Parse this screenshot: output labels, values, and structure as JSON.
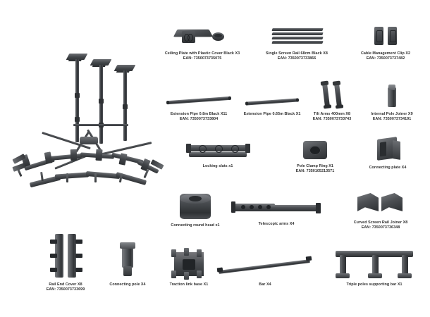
{
  "document": {
    "type": "product-parts-exploded-diagram",
    "background_color": "#ffffff",
    "part_color": "#4a4d51",
    "text_color": "#2f2f2f"
  },
  "assembly": {
    "name": "Ceiling mounted multi-screen circular display rig",
    "description": "Three ceiling poles supporting a hexagonal / circular screen rail ring with eight tilt screen mounts"
  },
  "parts": [
    {
      "id": "ceiling-plate",
      "name": "Ceiling Plate with Plastic Cover Black X3",
      "ean": "EAN: 7350073735075",
      "quantity": "X3"
    },
    {
      "id": "single-screen-rail",
      "name": "Single Screen Rail 68cm Black X8",
      "ean": "EAN: 7350073733866",
      "quantity": "X8"
    },
    {
      "id": "cable-management-clip",
      "name": "Cable Management Clip X2",
      "ean": "EAN: 7350073737482",
      "quantity": "X2"
    },
    {
      "id": "extension-pipe-08m",
      "name": "Extension Pipe 0.8m Black X11",
      "ean": "EAN: 7350073733804",
      "quantity": "X11"
    },
    {
      "id": "extension-pipe-065m",
      "name": "Extension Pipe 0.65m Black X1",
      "ean": "",
      "quantity": "X1"
    },
    {
      "id": "tilt-arms",
      "name": "Tilt Arms 400mm X8",
      "ean": "EAN: 7350073733743",
      "quantity": "X8"
    },
    {
      "id": "internal-pole-joiner",
      "name": "Internal Pole Joiner X9",
      "ean": "EAN: 7350073734191",
      "quantity": "X9"
    },
    {
      "id": "locking-slats",
      "name": "Locking slats x1",
      "ean": "",
      "quantity": "x1"
    },
    {
      "id": "pole-clamp-ring",
      "name": "Pole Clamp Ring X1",
      "ean": "EAN: 7350105213571",
      "quantity": "X1"
    },
    {
      "id": "connecting-plate",
      "name": "Connecting plate X4",
      "ean": "",
      "quantity": "X4"
    },
    {
      "id": "connecting-round-head",
      "name": "Connecting round head x1",
      "ean": "",
      "quantity": "x1"
    },
    {
      "id": "telescopic-arms",
      "name": "Telescopic arms X4",
      "ean": "",
      "quantity": "X4"
    },
    {
      "id": "curved-screen-rail-joiner",
      "name": "Curved Screen Rail Joiner X8",
      "ean": "EAN: 7350073736348",
      "quantity": "X8"
    },
    {
      "id": "rail-end-cover",
      "name": "Rail End Cover X8",
      "ean": "EAN: 7350073733699",
      "quantity": "X8"
    },
    {
      "id": "connecting-pole",
      "name": "Connecting pole X4",
      "ean": "",
      "quantity": "X4"
    },
    {
      "id": "traction-link-base",
      "name": "Traction link base X1",
      "ean": "",
      "quantity": "X1"
    },
    {
      "id": "bar",
      "name": "Bar X4",
      "ean": "",
      "quantity": "X4"
    },
    {
      "id": "triple-poles-supporting-bar",
      "name": "Triple poles supporting bar X1",
      "ean": "",
      "quantity": "X1"
    }
  ]
}
